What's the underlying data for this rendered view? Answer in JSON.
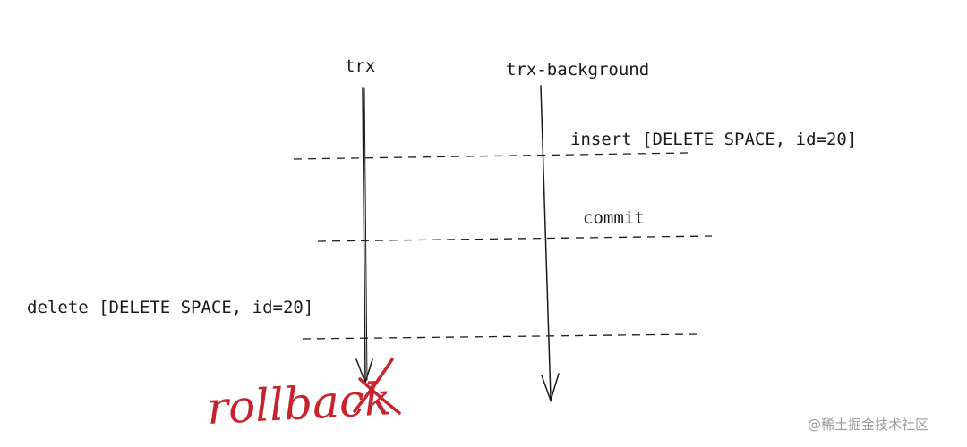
{
  "lanes": {
    "trx": "trx",
    "background": "trx-background"
  },
  "events": {
    "insert": "insert [DELETE SPACE, id=20]",
    "commit": "commit",
    "delete": "delete [DELETE SPACE, id=20]"
  },
  "outcome": {
    "rollback": "rollback",
    "color": "#c8232c"
  },
  "watermark": "@稀土掘金技术社区"
}
